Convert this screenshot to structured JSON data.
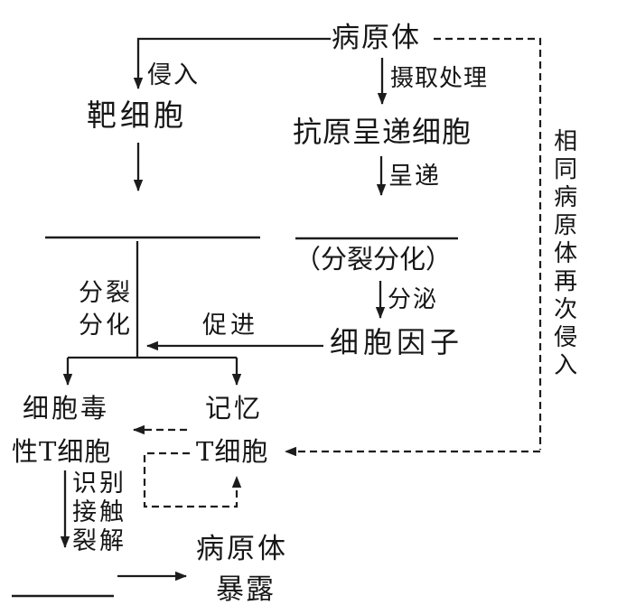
{
  "diagram": {
    "kind": "cell-mediated-immunity-flowchart",
    "colors": {
      "ink": "#1c1c1c",
      "background": "#ffffff"
    },
    "nodes": {
      "pathogen_top": "病原体",
      "target_cell": "靶细胞",
      "antigen_presenting_cell": "抗原呈递细胞",
      "divide_differentiate_paren": "（分裂分化）",
      "cytokine": "细胞因子",
      "cytotoxic_t_line1": "细胞毒",
      "cytotoxic_t_line2": "性T细胞",
      "memory_t_line1": "记忆",
      "memory_t_line2": "T细胞",
      "pathogen_exposed_line1": "病原体",
      "pathogen_exposed_line2": "暴露"
    },
    "edge_labels": {
      "invade": "侵入",
      "ingest_process": "摄取处理",
      "present": "呈递",
      "secrete": "分泌",
      "divide": "分裂",
      "differentiate": "分化",
      "promote": "促进",
      "recognize": "识别",
      "contact": "接触",
      "lyse": "裂解",
      "reinvade_vertical": "相同病原体再次侵入"
    }
  }
}
